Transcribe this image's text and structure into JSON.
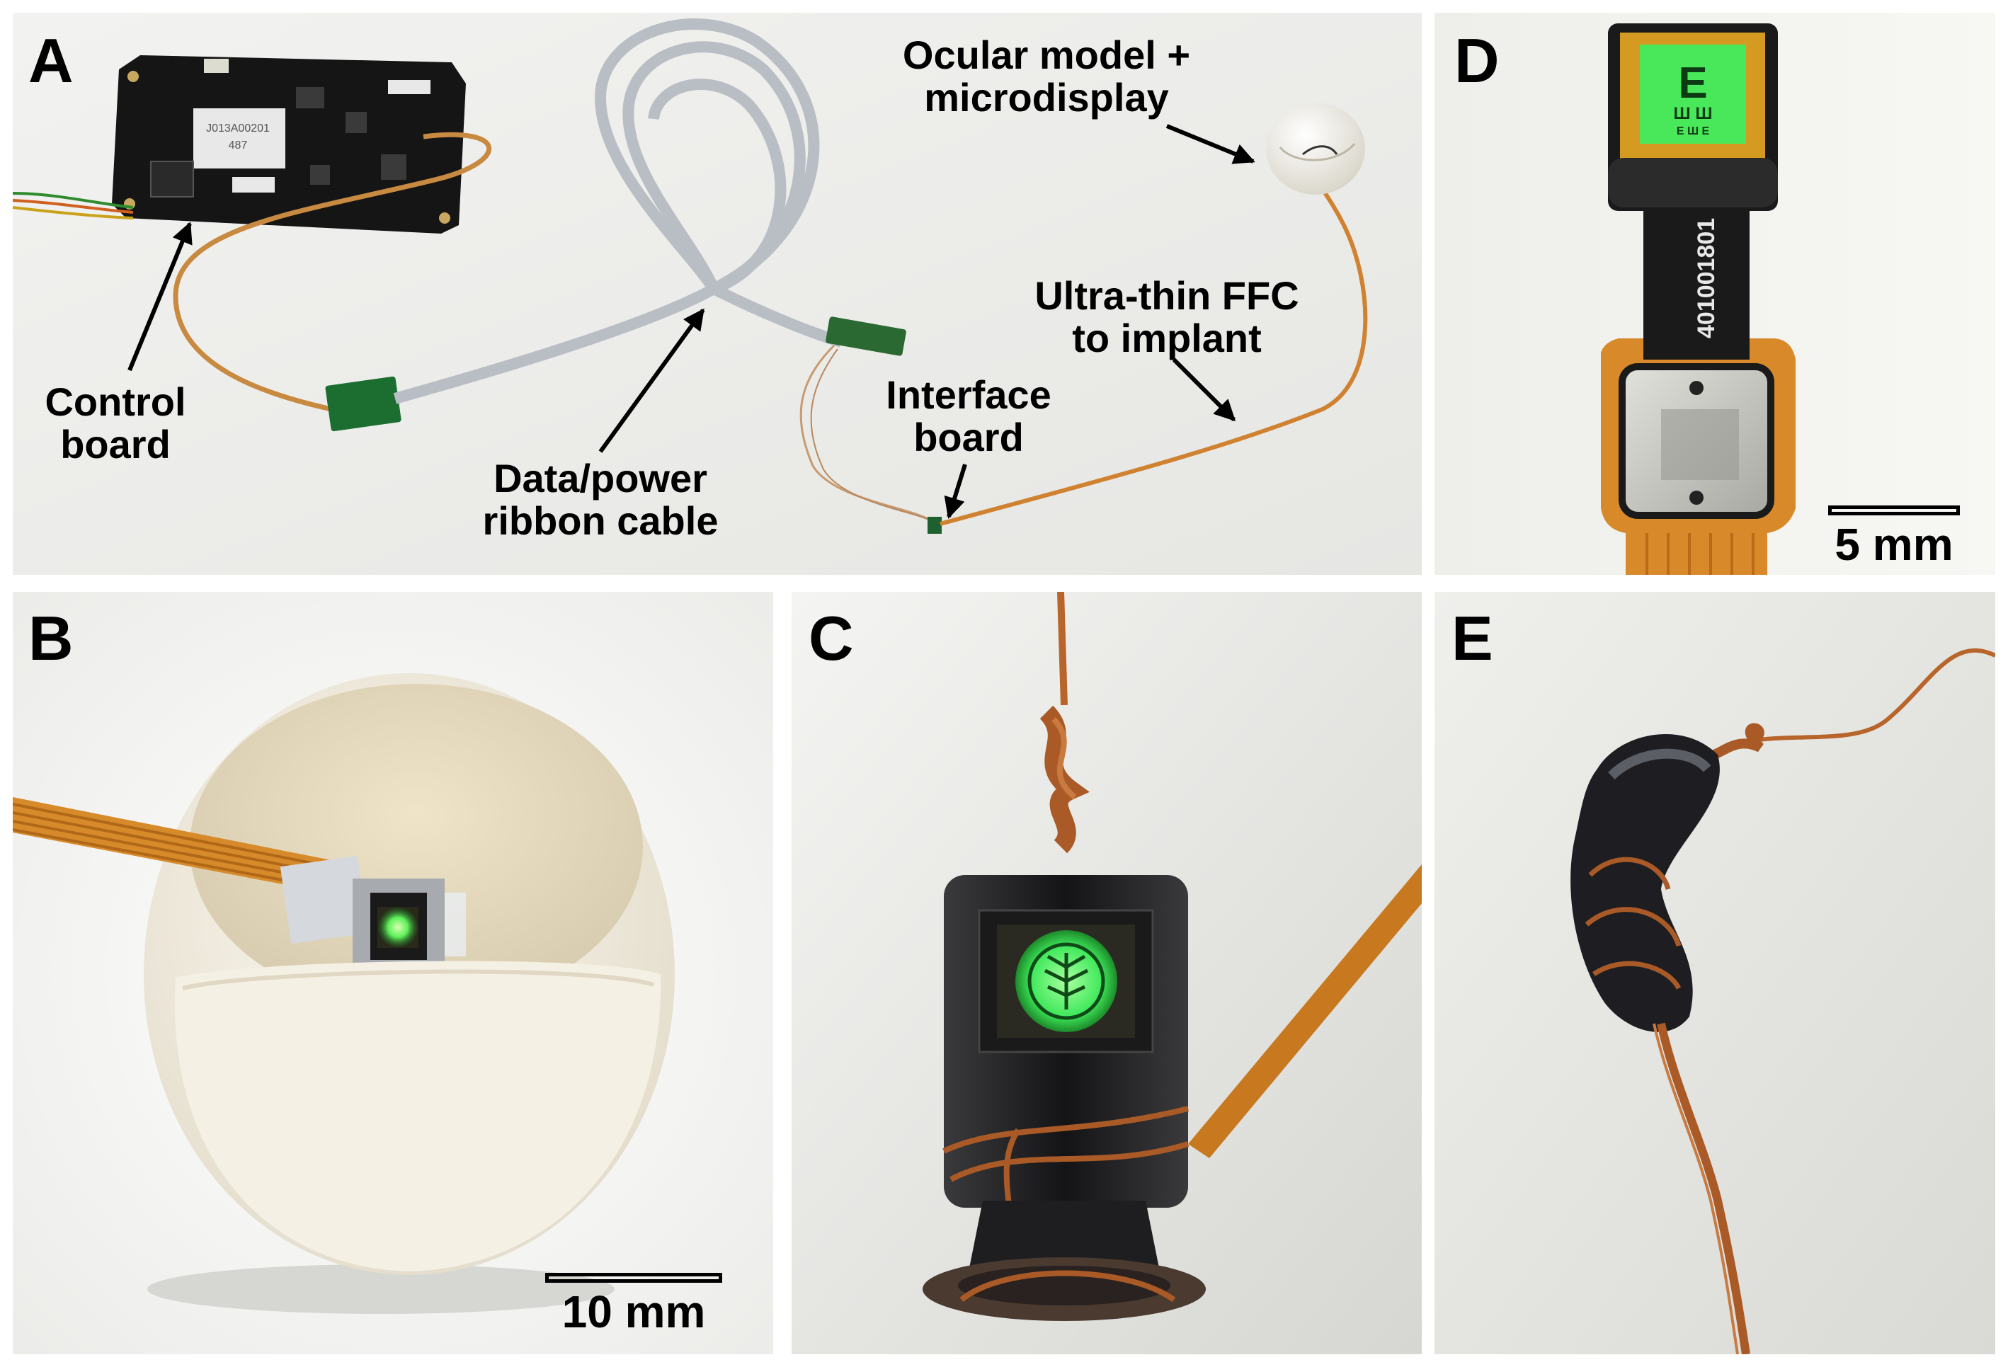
{
  "panels": {
    "A": {
      "label": "A",
      "annotations": {
        "control_board": [
          "Control",
          "board"
        ],
        "data_power_cable": [
          "Data/power",
          "ribbon cable"
        ],
        "ocular_model": [
          "Ocular model +",
          "microdisplay"
        ],
        "ultra_thin_ffc": [
          "Ultra-thin FFC",
          "to implant"
        ],
        "interface_board": [
          "Interface",
          "board"
        ]
      },
      "board_chip_text": [
        "J013A00201",
        "487"
      ]
    },
    "B": {
      "label": "B",
      "scale_bar": "10 mm"
    },
    "C": {
      "label": "C"
    },
    "D": {
      "label": "D",
      "scale_bar": "5 mm",
      "flex_serial": "401001801"
    },
    "E": {
      "label": "E"
    }
  },
  "colors": {
    "display_green": "#3cf05a",
    "copper": "#b8652c",
    "flex_orange": "#d68a2c",
    "pcb_black": "#151515",
    "ivory": "#f3eee3"
  }
}
